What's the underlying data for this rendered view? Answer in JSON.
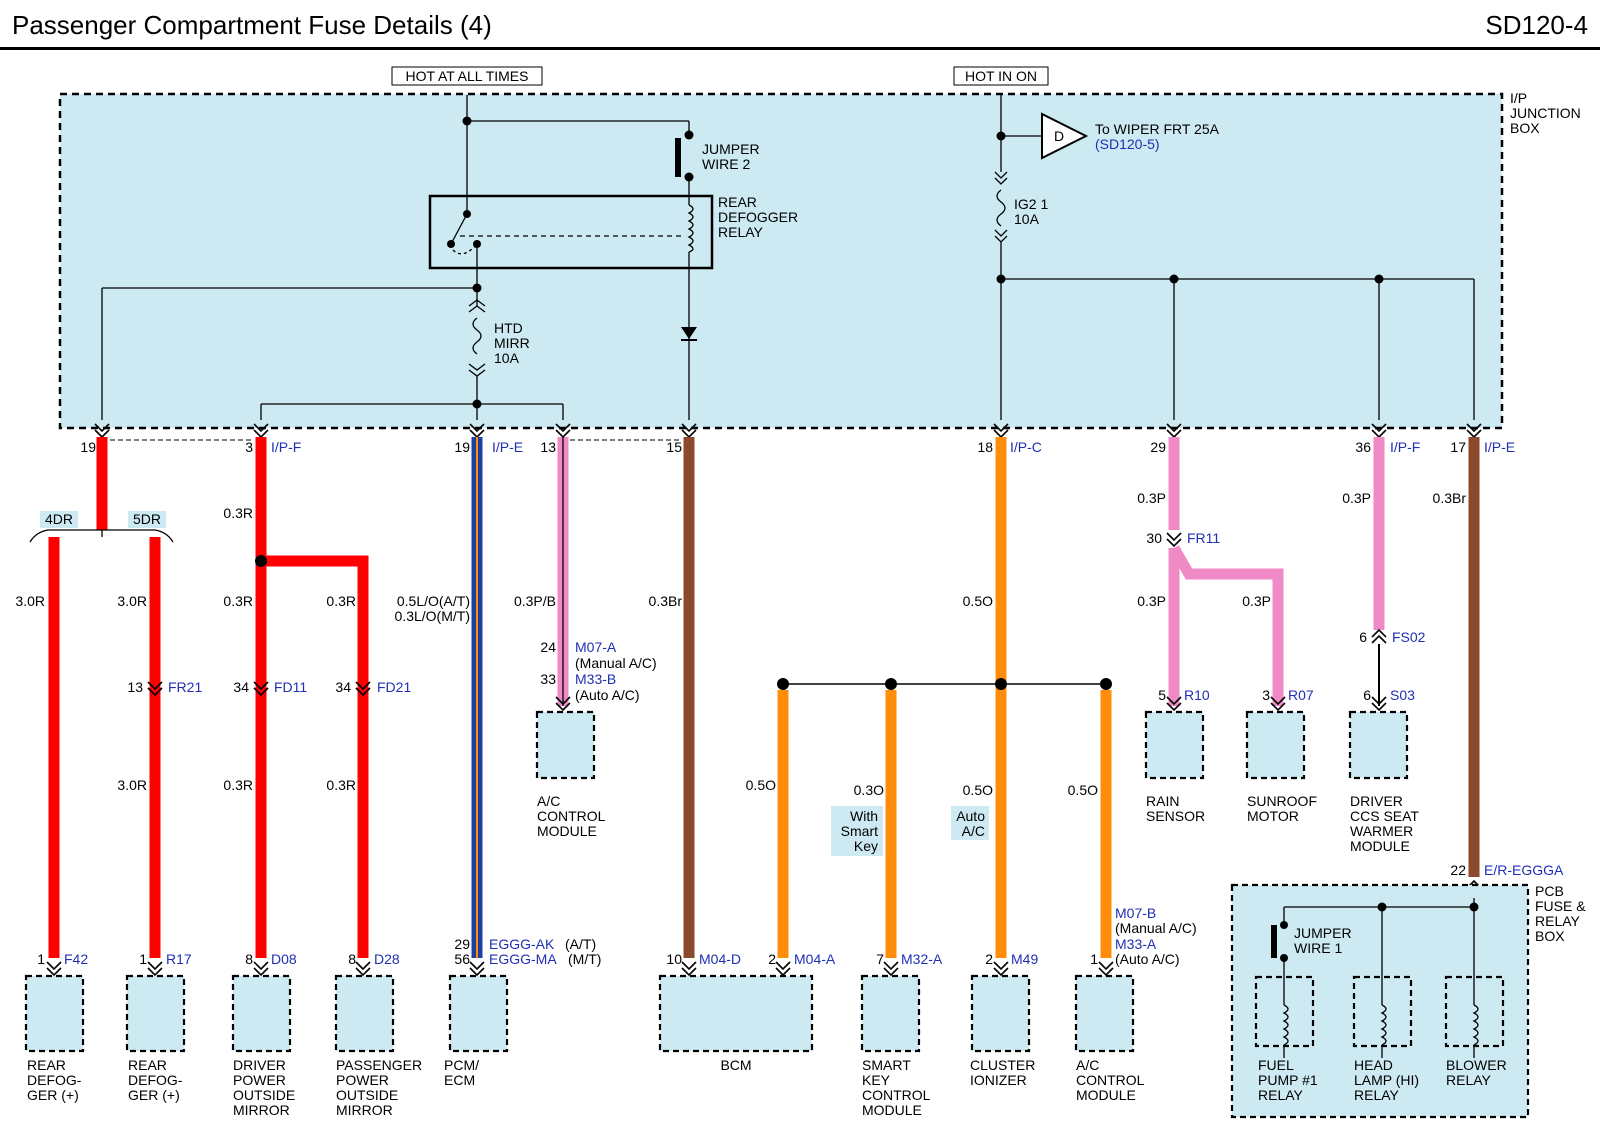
{
  "header": {
    "title": "Passenger Compartment Fuse Details (4)",
    "code": "SD120-4"
  },
  "sources": {
    "hot_all": "HOT AT ALL TIMES",
    "hot_on": "HOT IN ON"
  },
  "junction_box": {
    "l1": "I/P",
    "l2": "JUNCTION",
    "l3": "BOX"
  },
  "relay": {
    "l1": "REAR",
    "l2": "DEFOGGER",
    "l3": "RELAY"
  },
  "jumper2": {
    "l1": "JUMPER",
    "l2": "WIRE 2"
  },
  "fuse_htd": {
    "l1": "HTD",
    "l2": "MIRR",
    "l3": "10A"
  },
  "fuse_ig2": {
    "l1": "IG2 1",
    "l2": "10A"
  },
  "wiper": {
    "symbol": "D",
    "text": "To WIPER FRT 25A",
    "ref": "(SD120-5)"
  },
  "pins": [
    {
      "num": "19",
      "conn": ""
    },
    {
      "num": "3",
      "conn": "I/P-F"
    },
    {
      "num": "19",
      "conn": "I/P-E"
    },
    {
      "num": "13",
      "conn": ""
    },
    {
      "num": "15",
      "conn": ""
    },
    {
      "num": "18",
      "conn": "I/P-C"
    },
    {
      "num": "29",
      "conn": ""
    },
    {
      "num": "36",
      "conn": "I/P-F"
    },
    {
      "num": "17",
      "conn": "I/P-E"
    }
  ],
  "variants": {
    "v4dr": "4DR",
    "v5dr": "5DR"
  },
  "wire_labels": [
    "3.0R",
    "3.0R",
    "3.0R",
    "0.3R",
    "0.3R",
    "0.3R",
    "0.3R",
    "0.3R",
    "0.5L/O(A/T)",
    "0.3L/O(M/T)",
    "0.3P/B",
    "0.3Br",
    "0.5O",
    "0.5O",
    "0.3O",
    "0.5O",
    "0.5O",
    "0.3P",
    "0.3P",
    "0.3P",
    "0.3P",
    "0.3Br"
  ],
  "inline": [
    {
      "num": "13",
      "conn": "FR21"
    },
    {
      "num": "34",
      "conn": "FD11"
    },
    {
      "num": "34",
      "conn": "FD21"
    },
    {
      "num": "30",
      "conn": "FR11"
    },
    {
      "num": "6",
      "conn": "FS02"
    }
  ],
  "ac_upper": {
    "n1": "24",
    "c1": "M07-A",
    "s1": "(Manual A/C)",
    "n2": "33",
    "c2": "M33-B",
    "s2": "(Auto A/C)"
  },
  "notes": {
    "smart1": "With",
    "smart2": "Smart",
    "smart3": "Key",
    "auto1": "Auto",
    "auto2": "A/C"
  },
  "bottom_pins": [
    {
      "num": "1",
      "conn": "F42"
    },
    {
      "num": "1",
      "conn": "R17"
    },
    {
      "num": "8",
      "conn": "D08"
    },
    {
      "num": "8",
      "conn": "D28"
    },
    {
      "num": "10",
      "conn": "M04-D"
    },
    {
      "num": "2",
      "conn": "M04-A"
    },
    {
      "num": "7",
      "conn": "M32-A"
    },
    {
      "num": "2",
      "conn": "M49"
    },
    {
      "num": "5",
      "conn": "R10"
    },
    {
      "num": "3",
      "conn": "R07"
    },
    {
      "num": "6",
      "conn": "S03"
    }
  ],
  "pcm_pins": {
    "n1": "29",
    "c1": "EGGG-AK",
    "s1": "(A/T)",
    "n2": "56",
    "c2": "EGGG-MA",
    "s2": "(M/T)"
  },
  "ac_lower": {
    "n": "1",
    "c1": "M07-B",
    "s1": "(Manual A/C)",
    "c2": "M33-A",
    "s2": "(Auto A/C)"
  },
  "er_pin": {
    "num": "22",
    "conn": "E/R-EGGGA"
  },
  "pcb_box": {
    "l1": "PCB",
    "l2": "FUSE &",
    "l3": "RELAY",
    "l4": "BOX"
  },
  "jumper1": {
    "l1": "JUMPER",
    "l2": "WIRE 1"
  },
  "components": {
    "rear_defog_a": [
      "REAR",
      "DEFOG-",
      "GER (+)"
    ],
    "rear_defog_b": [
      "REAR",
      "DEFOG-",
      "GER (+)"
    ],
    "driver_mirror": [
      "DRIVER",
      "POWER",
      "OUTSIDE",
      "MIRROR"
    ],
    "pass_mirror": [
      "PASSENGER",
      "POWER",
      "OUTSIDE",
      "MIRROR"
    ],
    "pcm": [
      "PCM/",
      "ECM"
    ],
    "ac_module_upper": [
      "A/C",
      "CONTROL",
      "MODULE"
    ],
    "bcm": [
      "BCM"
    ],
    "smart_key": [
      "SMART",
      "KEY",
      "CONTROL",
      "MODULE"
    ],
    "cluster": [
      "CLUSTER",
      "IONIZER"
    ],
    "ac_module_lower": [
      "A/C",
      "CONTROL",
      "MODULE"
    ],
    "rain_sensor": [
      "RAIN",
      "SENSOR"
    ],
    "sunroof": [
      "SUNROOF",
      "MOTOR"
    ],
    "ccs": [
      "DRIVER",
      "CCS SEAT",
      "WARMER",
      "MODULE"
    ],
    "fuel_pump": [
      "FUEL",
      "PUMP #1",
      "RELAY"
    ],
    "head_lamp": [
      "HEAD",
      "LAMP (HI)",
      "RELAY"
    ],
    "blower": [
      "BLOWER",
      "RELAY"
    ]
  },
  "colors": {
    "red": "#ff0000",
    "blue": "#1f3fa0",
    "pink": "#f08ac6",
    "brown": "#8b4a2b",
    "orange": "#ff8c0a",
    "box": "#cdeaf2",
    "label_blue": "#1f2fb5"
  }
}
